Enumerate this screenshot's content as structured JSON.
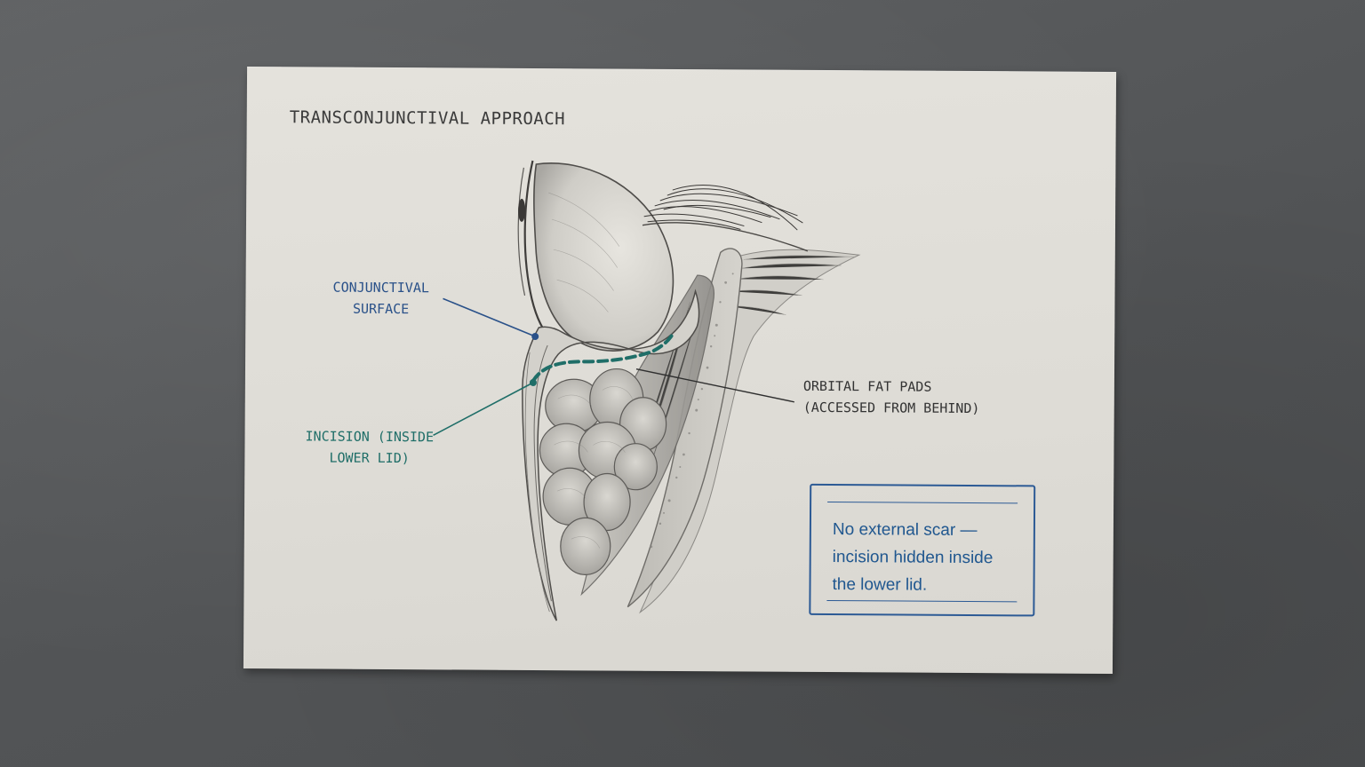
{
  "card": {
    "title": "TRANSCONJUNCTIVAL APPROACH"
  },
  "labels": {
    "conjunctival": [
      "CONJUNCTIVAL",
      "SURFACE"
    ],
    "incision": [
      "INCISION (INSIDE",
      "LOWER LID)"
    ],
    "fat_pads": [
      "ORBITAL FAT PADS",
      "(ACCESSED FROM BEHIND)"
    ]
  },
  "note": {
    "lines": [
      "No external scar —",
      "incision hidden inside",
      "the lower lid."
    ]
  },
  "colors": {
    "conjunctival_label": "#2a5189",
    "incision_label": "#1f6e68",
    "fat_label": "#333333",
    "note_box": "#2c5a95",
    "card": "#e0ded8",
    "background": "#57595b"
  }
}
